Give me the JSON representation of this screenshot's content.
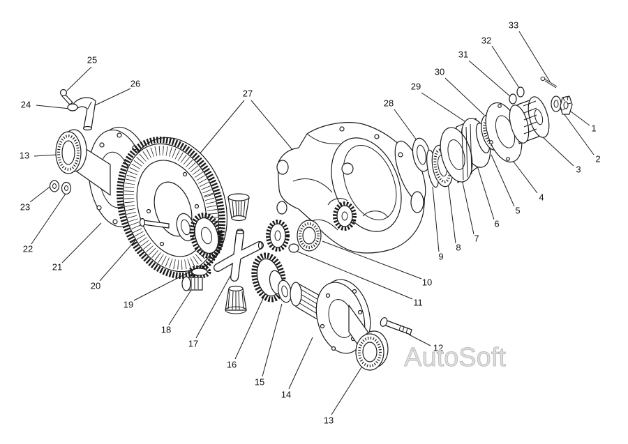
{
  "callouts": [
    "1",
    "2",
    "3",
    "4",
    "5",
    "6",
    "7",
    "8",
    "9",
    "10",
    "11",
    "12",
    "13",
    "14",
    "15",
    "16",
    "17",
    "18",
    "19",
    "20",
    "21",
    "22",
    "23",
    "24",
    "25",
    "26",
    "27",
    "28",
    "29",
    "30",
    "31",
    "32",
    "33"
  ],
  "watermark": "AutoSoft"
}
